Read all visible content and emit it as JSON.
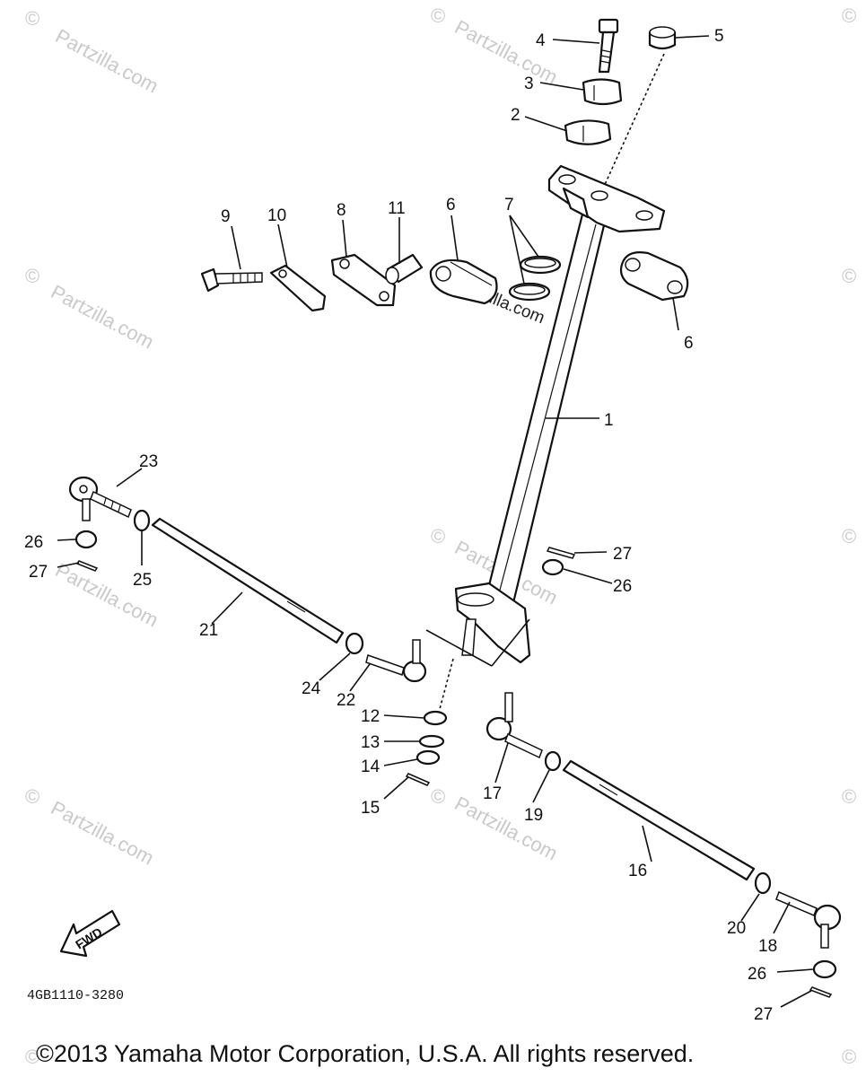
{
  "watermark_text": "Partzilla.com",
  "watermark_symbol": "©",
  "diagram_code": "4GB1110-3280",
  "fwd_label": "FWD",
  "copyright": "©2013 Yamaha Motor Corporation, U.S.A. All rights reserved.",
  "callouts": {
    "c1": "1",
    "c2": "2",
    "c3": "3",
    "c4": "4",
    "c5": "5",
    "c6a": "6",
    "c6b": "6",
    "c7": "7",
    "c8": "8",
    "c9": "9",
    "c10": "10",
    "c11": "11",
    "c12": "12",
    "c13": "13",
    "c14": "14",
    "c15": "15",
    "c16": "16",
    "c17": "17",
    "c18": "18",
    "c19": "19",
    "c20": "20",
    "c21": "21",
    "c22": "22",
    "c23": "23",
    "c24": "24",
    "c25": "25",
    "c26a": "26",
    "c26b": "26",
    "c26c": "26",
    "c27a": "27",
    "c27b": "27",
    "c27c": "27"
  }
}
